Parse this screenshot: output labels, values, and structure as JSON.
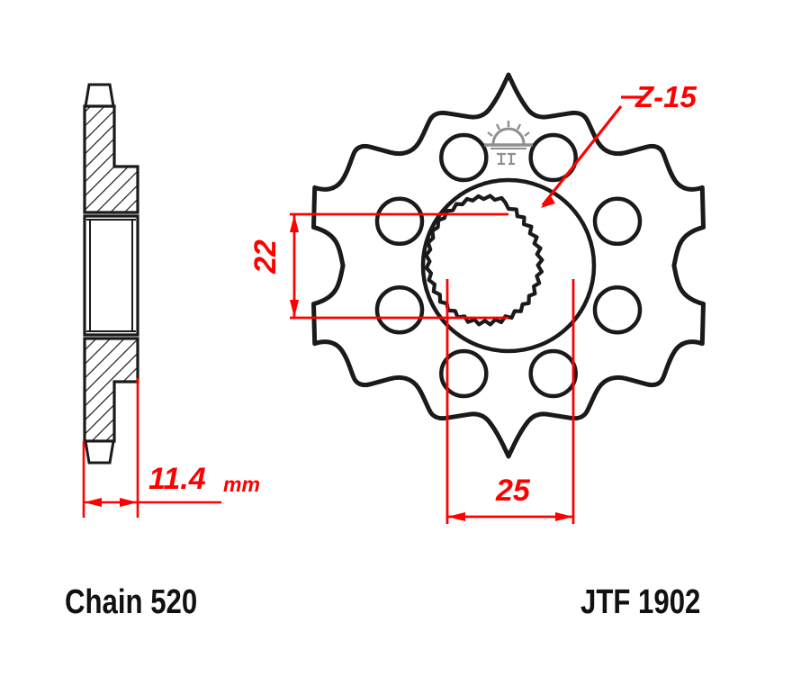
{
  "drawing": {
    "title": "JT front sprocket technical drawing",
    "part_label": "JTF 1902",
    "chain_label": "Chain 520",
    "brand_logo": "jt-sunrise-logo"
  },
  "annotations": {
    "teeth_callout": "Z-15",
    "thickness_value": "11.4",
    "thickness_unit": "mm",
    "bore_diameter": "22",
    "hub_diameter": "25"
  },
  "geometry": {
    "teeth_count": 15,
    "lightening_holes": 8,
    "spline_count": 22,
    "side_view_thickness_mm": 11.4,
    "bore_mm": 22,
    "hub_mm": 25
  },
  "colors": {
    "outline": "#1a1a1a",
    "dimension": "#ff0000",
    "logo": "#8f8f8f",
    "text": "#111111",
    "background": "#ffffff"
  }
}
